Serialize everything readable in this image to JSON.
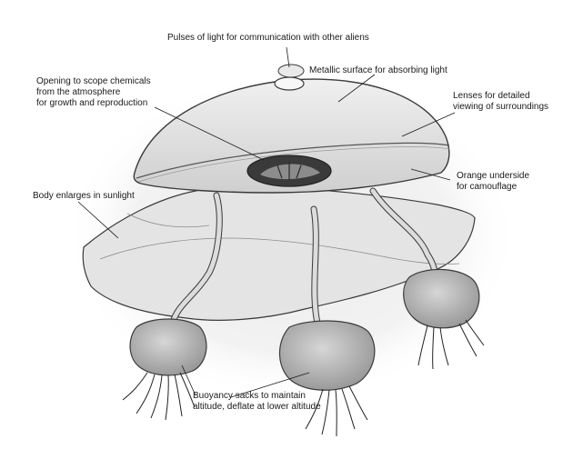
{
  "labels": {
    "light_pulses": "Pulses of light for communication with other aliens",
    "metallic": "Metallic surface for absorbing light",
    "opening": [
      "Opening to scope chemicals",
      "from the atmosphere",
      "for growth and reproduction"
    ],
    "lenses": [
      "Lenses for detailed",
      "viewing of surroundings"
    ],
    "orange": [
      "Orange underside",
      "for camouflage"
    ],
    "sunlight": "Body enlarges in sunlight",
    "buoyancy": [
      "Buoyancy sacks to maintain",
      "altitude, deflate at lower altitude"
    ]
  },
  "colors": {
    "outline": "#3a3a3a",
    "dome_fill": "#dcdcdc",
    "skirt_fill": "#e6e6e6",
    "sack_fill": "#bdbdbd",
    "haze": "#ededed"
  }
}
